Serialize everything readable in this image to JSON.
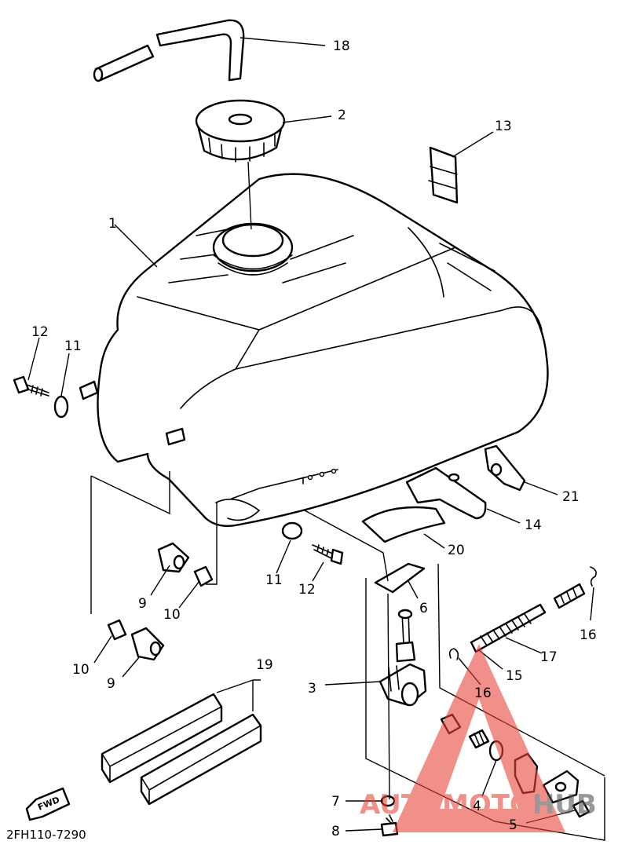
{
  "diagram": {
    "code": "2FH110-7290",
    "fwd": "FWD",
    "labels": {
      "n1": "1",
      "n2": "2",
      "n3": "3",
      "n4": "4",
      "n5": "5",
      "n6": "6",
      "n7": "7",
      "n8": "8",
      "n9a": "9",
      "n9b": "9",
      "n10a": "10",
      "n10b": "10",
      "n11a": "11",
      "n11b": "11",
      "n12a": "12",
      "n12b": "12",
      "n13": "13",
      "n14": "14",
      "n15": "15",
      "n16a": "16",
      "n16b": "16",
      "n17": "17",
      "n18": "18",
      "n19": "19",
      "n20": "20",
      "n21": "21"
    }
  },
  "watermark": {
    "part1": "AUTO",
    "part2": "MOTO",
    "part3": "HUB",
    "colors": {
      "accent": "#e8453c",
      "dark": "#555555"
    }
  }
}
